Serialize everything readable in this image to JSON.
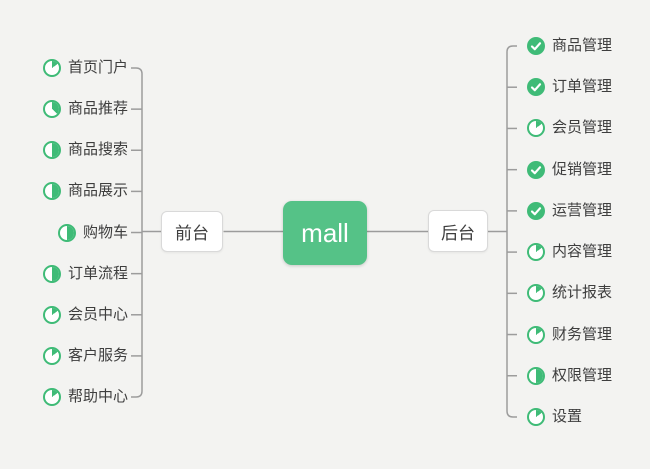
{
  "colors": {
    "background": "#f3f3f1",
    "icon_green": "#3fbb77",
    "root_green": "#55c287",
    "line_gray": "#9c9c9c",
    "text_dark": "#3e3e3e",
    "node_border": "#d9d9d9",
    "node_bg": "#ffffff"
  },
  "root": {
    "label": "mall"
  },
  "branches": [
    {
      "label": "前台",
      "side": "left",
      "items": [
        {
          "label": "首页门户",
          "progress": 0.15
        },
        {
          "label": "商品推荐",
          "progress": 0.375
        },
        {
          "label": "商品搜索",
          "progress": 0.5
        },
        {
          "label": "商品展示",
          "progress": 0.5
        },
        {
          "label": "购物车",
          "progress": 0.5
        },
        {
          "label": "订单流程",
          "progress": 0.5
        },
        {
          "label": "会员中心",
          "progress": 0.15
        },
        {
          "label": "客户服务",
          "progress": 0.15
        },
        {
          "label": "帮助中心",
          "progress": 0.15
        }
      ]
    },
    {
      "label": "后台",
      "side": "right",
      "items": [
        {
          "label": "商品管理",
          "progress": 1
        },
        {
          "label": "订单管理",
          "progress": 1
        },
        {
          "label": "会员管理",
          "progress": 0.15
        },
        {
          "label": "促销管理",
          "progress": 1
        },
        {
          "label": "运营管理",
          "progress": 1
        },
        {
          "label": "内容管理",
          "progress": 0.15
        },
        {
          "label": "统计报表",
          "progress": 0.15
        },
        {
          "label": "财务管理",
          "progress": 0.15
        },
        {
          "label": "权限管理",
          "progress": 0.5
        },
        {
          "label": "设置",
          "progress": 0.15
        }
      ]
    }
  ]
}
